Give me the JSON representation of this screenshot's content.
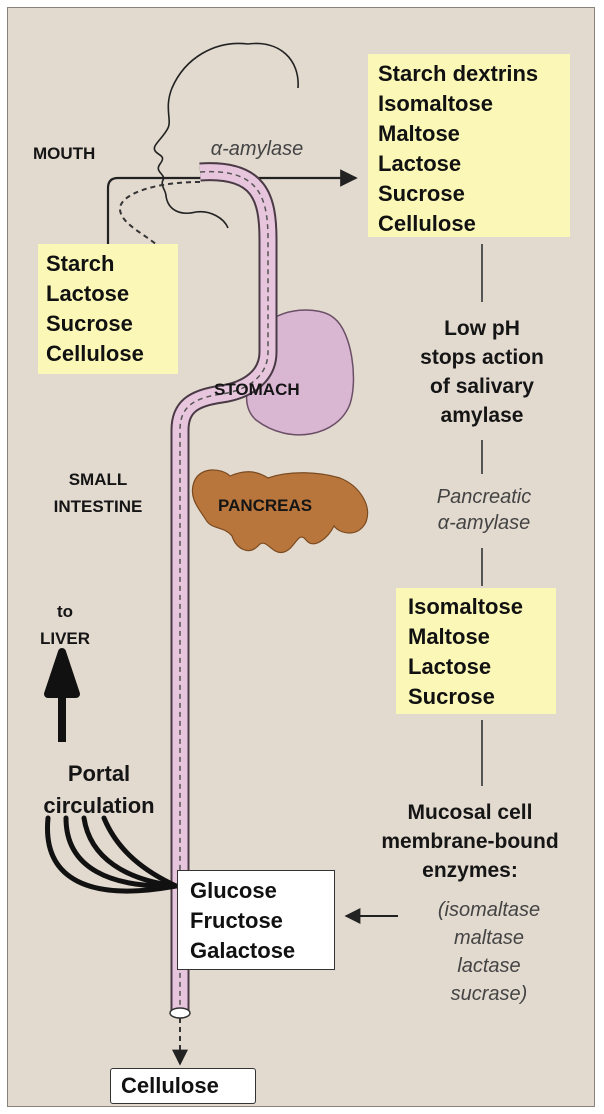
{
  "labels": {
    "mouth": "MOUTH",
    "alpha_amylase": "α-amylase",
    "stomach": "STOMACH",
    "small_intestine_1": "SMALL",
    "small_intestine_2": "INTESTINE",
    "pancreas": "PANCREAS",
    "to": "to",
    "liver": "LIVER",
    "portal_1": "Portal",
    "portal_2": "circulation"
  },
  "mouth_substrates": [
    "Starch",
    "Lactose",
    "Sucrose",
    "Cellulose"
  ],
  "salivary_products": [
    "Starch dextrins",
    "Isomaltose",
    "Maltose",
    "Lactose",
    "Sucrose",
    "Cellulose"
  ],
  "low_ph_note": [
    "Low pH",
    "stops action",
    "of salivary",
    "amylase"
  ],
  "pancreatic_enzyme": [
    "Pancreatic",
    "α-amylase"
  ],
  "pancreatic_products": [
    "Isomaltose",
    "Maltose",
    "Lactose",
    "Sucrose"
  ],
  "mucosal_note": [
    "Mucosal cell",
    "membrane-bound",
    "enzymes:"
  ],
  "mucosal_enzymes": [
    "(isomaltase",
    "maltase",
    "lactase",
    "sucrase)"
  ],
  "monosaccharides": [
    "Glucose",
    "Fructose",
    "Galactose"
  ],
  "residue": "Cellulose",
  "colors": {
    "background": "#e2d9cf",
    "tract": "#e7c6dd",
    "stomach": "#d9b7d3",
    "pancreas": "#b9763c",
    "yellow_box": "#fbf8b7"
  }
}
